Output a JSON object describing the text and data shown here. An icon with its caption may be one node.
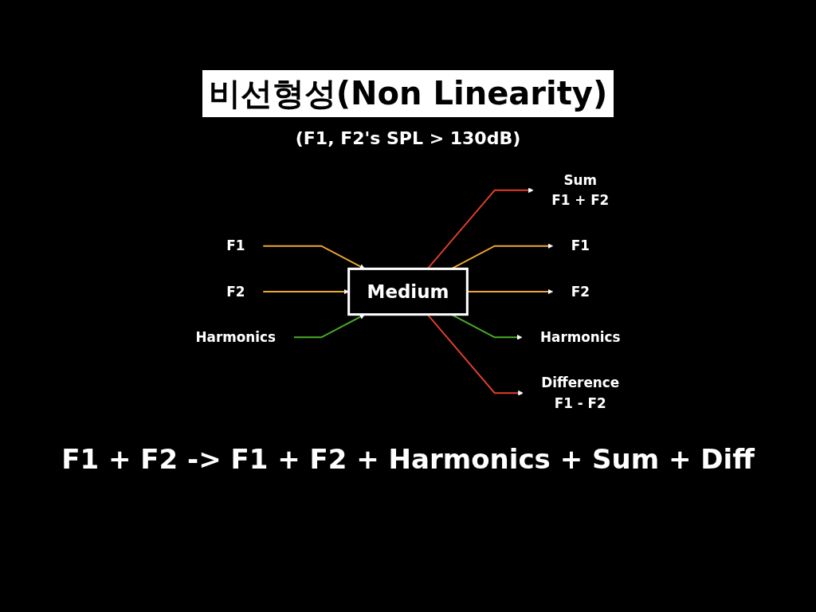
{
  "diagram": {
    "title": "비선형성(Non Linearity)",
    "nodes": [
      {
        "text": [
          "F1"
        ]
      },
      {
        "text": [
          "F2"
        ]
      },
      {
        "text": [
          "Harmonics"
        ]
      },
      {
        "text": [
          "Medium"
        ]
      },
      {
        "text": [
          "Sum",
          "F1 + F2"
        ]
      },
      {
        "text": [
          "F1"
        ]
      },
      {
        "text": [
          "F2"
        ]
      },
      {
        "text": [
          "Harmonics"
        ]
      },
      {
        "text": [
          "Difference",
          "F1 - F2"
        ]
      }
    ],
    "edges": [
      {
        "from": 0,
        "to": 3,
        "arrow": "to"
      },
      {
        "from": 1,
        "to": 3,
        "arrow": "to"
      },
      {
        "from": 2,
        "to": 3,
        "arrow": "to",
        "color": "#4caf2a"
      },
      {
        "from": 3,
        "to": 4,
        "arrow": "to",
        "color": "#e0402a"
      },
      {
        "from": 3,
        "to": 5,
        "arrow": "to"
      },
      {
        "from": 3,
        "to": 6,
        "arrow": "to"
      },
      {
        "from": 3,
        "to": 7,
        "arrow": "to",
        "color": "#4caf2a"
      },
      {
        "from": 3,
        "to": 8,
        "arrow": "to",
        "color": "#e0402a"
      }
    ],
    "labels": [
      "(F1, F2's SPL > 130dB)",
      "F1 + F2 -> F1 + F2 + Harmonics + Sum + Diff"
    ]
  }
}
